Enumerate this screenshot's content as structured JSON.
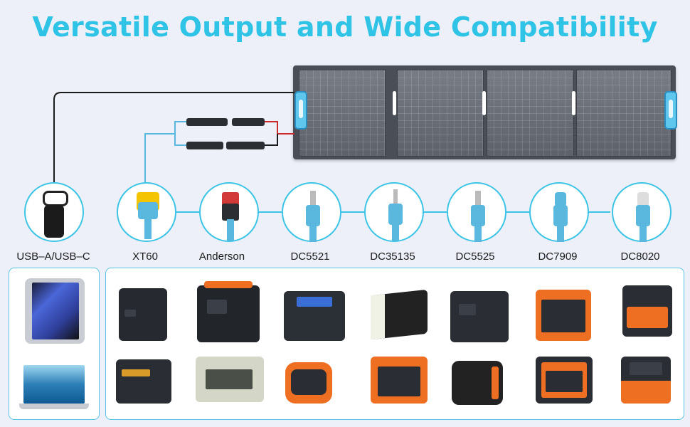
{
  "title": "Versatile Output and Wide Compatibility",
  "connectors": [
    {
      "name": "USB-A/USB-C",
      "label": "USB–A/USB–C",
      "icon": "usb-c-connector-icon"
    },
    {
      "name": "XT60",
      "label": "XT60",
      "icon": "xt60-connector-icon"
    },
    {
      "name": "Anderson",
      "label": "Anderson",
      "icon": "anderson-connector-icon"
    },
    {
      "name": "DC5521",
      "label": "DC5521",
      "icon": "dc-barrel-connector-icon"
    },
    {
      "name": "DC35135",
      "label": "DC35135",
      "icon": "dc-barrel-connector-icon"
    },
    {
      "name": "DC5525",
      "label": "DC5525",
      "icon": "dc-barrel-connector-icon"
    },
    {
      "name": "DC7909",
      "label": "DC7909",
      "icon": "dc-barrel-connector-icon"
    },
    {
      "name": "DC8020",
      "label": "DC8020",
      "icon": "dc-barrel-connector-icon"
    }
  ],
  "colors": {
    "accent": "#2fc3e6",
    "cable": "#5ab7de",
    "panel": "#4a4f57",
    "background": "#eef0f9"
  },
  "devices_left": [
    "tablet-icon",
    "laptop-icon"
  ],
  "devices_right": [
    "power-station-icon",
    "power-station-icon",
    "power-station-icon",
    "power-station-icon",
    "power-station-icon",
    "power-station-icon",
    "power-station-icon",
    "power-station-icon",
    "power-station-icon",
    "power-station-icon",
    "power-station-icon",
    "power-station-icon",
    "power-station-icon",
    "power-station-icon"
  ]
}
